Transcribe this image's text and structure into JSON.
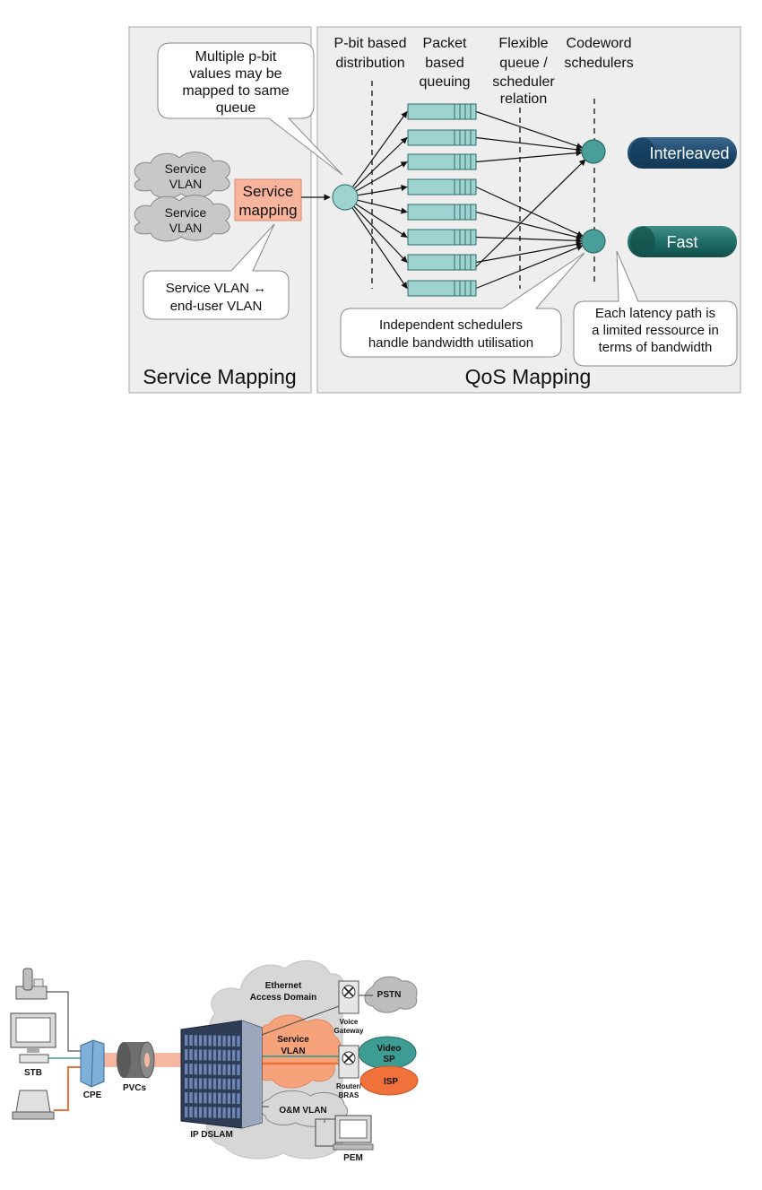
{
  "qos_figure": {
    "panels": {
      "service_mapping": "Service Mapping",
      "qos_mapping": "QoS Mapping"
    },
    "column_headers": {
      "pbit_distribution": [
        "P-bit based",
        "distribution"
      ],
      "packet_queuing": [
        "Packet",
        "based",
        "queuing"
      ],
      "flexible_relation": [
        "Flexible",
        "queue /",
        "scheduler",
        "relation"
      ],
      "codeword_schedulers": [
        "Codeword",
        "schedulers"
      ]
    },
    "callouts": {
      "pbit_values": [
        "Multiple p-bit",
        "values may be",
        "mapped to same",
        "queue"
      ],
      "vlan_mapping": [
        "Service VLAN ↔",
        "end-user VLAN"
      ],
      "independent_schedulers": [
        "Independent schedulers",
        "handle bandwidth utilisation"
      ],
      "latency_path": [
        "Each latency path is",
        "a limited ressource in",
        "terms of bandwidth"
      ]
    },
    "clouds": {
      "service_vlan_1": [
        "Service",
        "VLAN"
      ],
      "service_vlan_2": [
        "Service",
        "VLAN"
      ]
    },
    "service_mapping_box": [
      "Service",
      "mapping"
    ],
    "latency_paths": {
      "interleaved": "Interleaved",
      "fast": "Fast"
    },
    "colors": {
      "panel_fill": "#eeeeee",
      "panel_border": "#a8a8a8",
      "mapping_box": "#f8b49c",
      "queue_fill": "#9fd3cf",
      "node_fill": "#4a9e9a",
      "interleaved_fill": "#1e4a6e",
      "fast_fill": "#1f6e68",
      "cloud_fill": "#c8c8c8"
    }
  },
  "network_figure": {
    "labels": {
      "stb": "STB",
      "cpe": "CPE",
      "pvcs": "PVCs",
      "ip_dslam": "IP DSLAM",
      "ethernet_domain": [
        "Ethernet",
        "Access Domain"
      ],
      "service_vlan": [
        "Service",
        "VLAN"
      ],
      "om_vlan": "O&M  VLAN",
      "voice_gateway": [
        "Voice",
        "Gateway"
      ],
      "router_bras": [
        "Router/",
        "BRAS"
      ],
      "pstn": "PSTN",
      "video_sp": [
        "Video",
        "SP"
      ],
      "isp": "ISP",
      "pem": "PEM"
    },
    "colors": {
      "service_vlan": "#f6a27a",
      "video_sp": "#3e9d92",
      "isp": "#f0713a",
      "cloud": "#d7d7d7",
      "pvc_band": "#f6b7a1"
    }
  }
}
